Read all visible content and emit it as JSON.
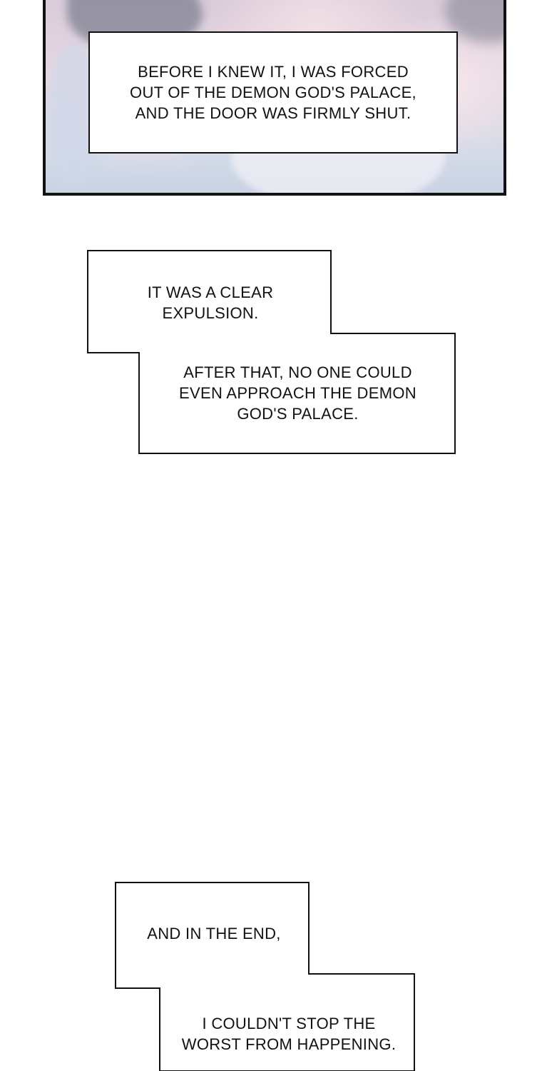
{
  "panel": {
    "caption": "BEFORE I KNEW IT, I WAS FORCED\nOUT OF THE DEMON GOD'S PALACE,\nAND THE DOOR WAS FIRMLY SHUT."
  },
  "narration_box_1": {
    "first": "IT WAS A CLEAR\nEXPULSION.",
    "second": "AFTER THAT, NO ONE COULD\nEVEN APPROACH THE DEMON\nGOD'S PALACE."
  },
  "narration_box_2": {
    "first": "AND IN THE END,",
    "second": "I COULDN'T STOP THE\nWORST FROM HAPPENING."
  }
}
